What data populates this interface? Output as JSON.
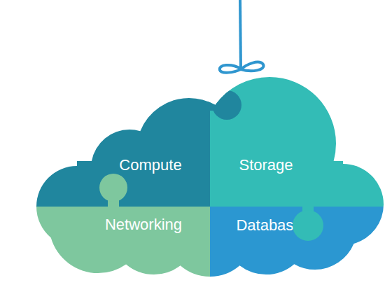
{
  "diagram": {
    "nodes": [
      {
        "text": [
          "Compute"
        ]
      },
      {
        "text": [
          "Storage"
        ]
      },
      {
        "text": [
          "Networking"
        ]
      },
      {
        "text": [
          "Databases"
        ]
      }
    ]
  }
}
